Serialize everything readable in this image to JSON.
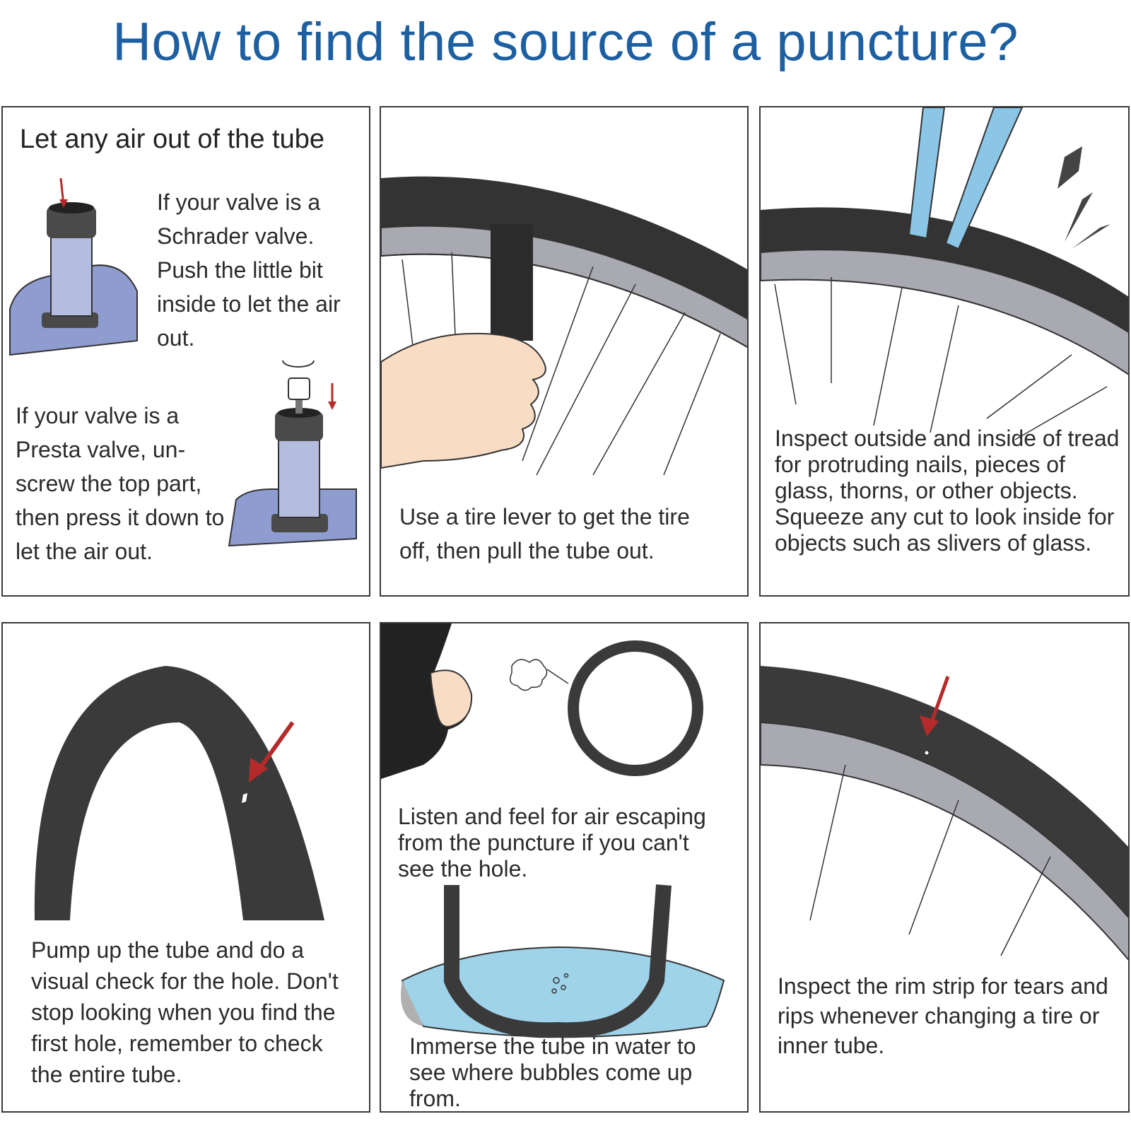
{
  "title": "How to find the source of a puncture?",
  "panels": {
    "deflate": {
      "heading": "Let any air out of the tube",
      "schrader_text": "If your valve is a Schrader valve. Push the little bit inside to let the air out.",
      "presta_text": "If your valve is a Presta valve, un-screw the top part, then press it down to let the air out."
    },
    "remove": {
      "text": "Use a tire lever to get the tire off, then pull the tube out."
    },
    "inspect_tread": {
      "text": "Inspect outside and inside of tread for protruding nails, pieces of glass, thorns, or other objects. Squeeze any cut to look inside for objects such as slivers of glass."
    },
    "visual_check": {
      "text": "Pump up the tube and do a visual check for the hole. Don't stop looking when you find the first hole, remember to check the entire tube."
    },
    "listen": {
      "text": "Listen and feel for air escaping from the puncture if you can't see the hole.",
      "water_text": "Immerse the tube in water to see where bubbles come up from."
    },
    "rim_strip": {
      "text": "Inspect the rim strip for tears and rips whenever changing a tire or inner tube."
    }
  },
  "colors": {
    "title": "#1d5fa0",
    "tube_blue": "#8f9ccf",
    "arrow_red": "#b52a2a",
    "tire_dark": "#3a3a3a",
    "rim_grey": "#a9a9b2",
    "tool_blue": "#8cc6e6",
    "water_blue": "#9fd3ea"
  },
  "icons": [
    "schrader-valve-icon",
    "presta-valve-icon",
    "tire-lever-icon",
    "tweezers-icon",
    "inner-tube-icon",
    "ear-icon",
    "water-basin-icon",
    "red-arrow-icon"
  ]
}
